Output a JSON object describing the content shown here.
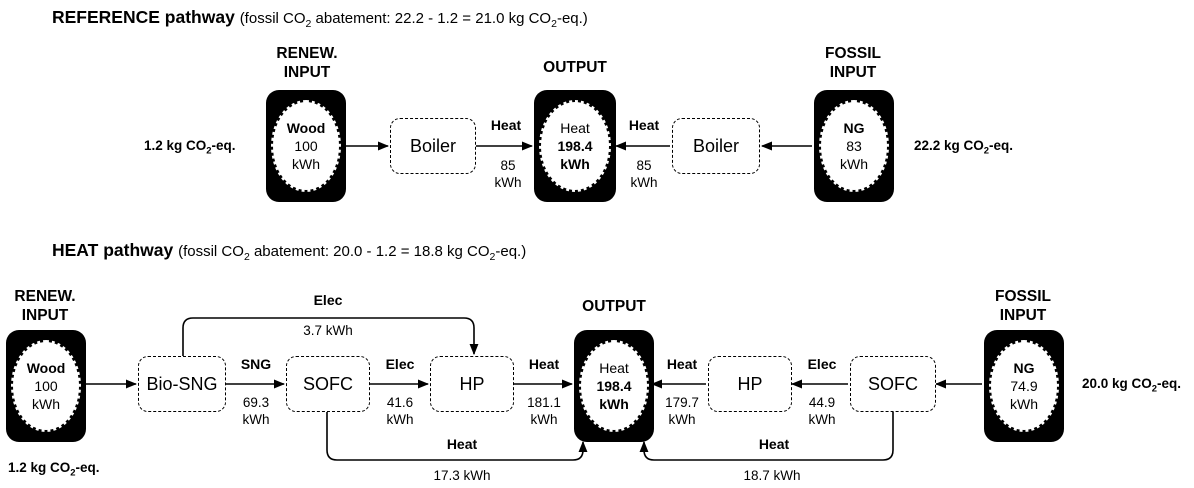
{
  "reference": {
    "title_bold": "REFERENCE pathway",
    "title_rest": "(fossil CO2 abatement: 22.2 - 1.2 = 21.0 kg CO2-eq.)",
    "renew_input_label": [
      "RENEW.",
      "INPUT"
    ],
    "output_label": "OUTPUT",
    "fossil_input_label": [
      "FOSSIL",
      "INPUT"
    ],
    "wood": {
      "name": "Wood",
      "amount": "100",
      "unit": "kWh"
    },
    "output": {
      "name": "Heat",
      "amount": "198.4",
      "unit": "kWh"
    },
    "ng": {
      "name": "NG",
      "amount": "83",
      "unit": "kWh"
    },
    "boiler_left": "Boiler",
    "boiler_right": "Boiler",
    "left_co2": "1.2 kg CO2-eq.",
    "right_co2": "22.2 kg CO2-eq.",
    "flow_left": {
      "type": "Heat",
      "amount": "85",
      "unit": "kWh"
    },
    "flow_right": {
      "type": "Heat",
      "amount": "85",
      "unit": "kWh"
    }
  },
  "heat": {
    "title_bold": "HEAT pathway",
    "title_rest": "(fossil CO2 abatement: 20.0 - 1.2 = 18.8 kg CO2-eq.)",
    "renew_input_label": [
      "RENEW.",
      "INPUT"
    ],
    "output_label": "OUTPUT",
    "fossil_input_label": [
      "FOSSIL",
      "INPUT"
    ],
    "wood": {
      "name": "Wood",
      "amount": "100",
      "unit": "kWh"
    },
    "output": {
      "name": "Heat",
      "amount": "198.4",
      "unit": "kWh"
    },
    "ng": {
      "name": "NG",
      "amount": "74.9",
      "unit": "kWh"
    },
    "processes": {
      "biosng": "Bio-SNG",
      "sofc_left": "SOFC",
      "hp_left": "HP",
      "hp_right": "HP",
      "sofc_right": "SOFC"
    },
    "left_co2": "1.2 kg CO2-eq.",
    "right_co2": "20.0 kg CO2-eq.",
    "flows": {
      "sng": {
        "type": "SNG",
        "amount": "69.3",
        "unit": "kWh"
      },
      "elec_left": {
        "type": "Elec",
        "amount": "41.6",
        "unit": "kWh"
      },
      "heat_left": {
        "type": "Heat",
        "amount": "181.1",
        "unit": "kWh"
      },
      "heat_right": {
        "type": "Heat",
        "amount": "179.7",
        "unit": "kWh"
      },
      "elec_right": {
        "type": "Elec",
        "amount": "44.9",
        "unit": "kWh"
      },
      "elec_top": {
        "type": "Elec",
        "amount": "3.7 kWh"
      },
      "heat_bottom_left": {
        "type": "Heat",
        "amount": "17.3 kWh"
      },
      "heat_bottom_right": {
        "type": "Heat",
        "amount": "18.7 kWh"
      }
    }
  }
}
